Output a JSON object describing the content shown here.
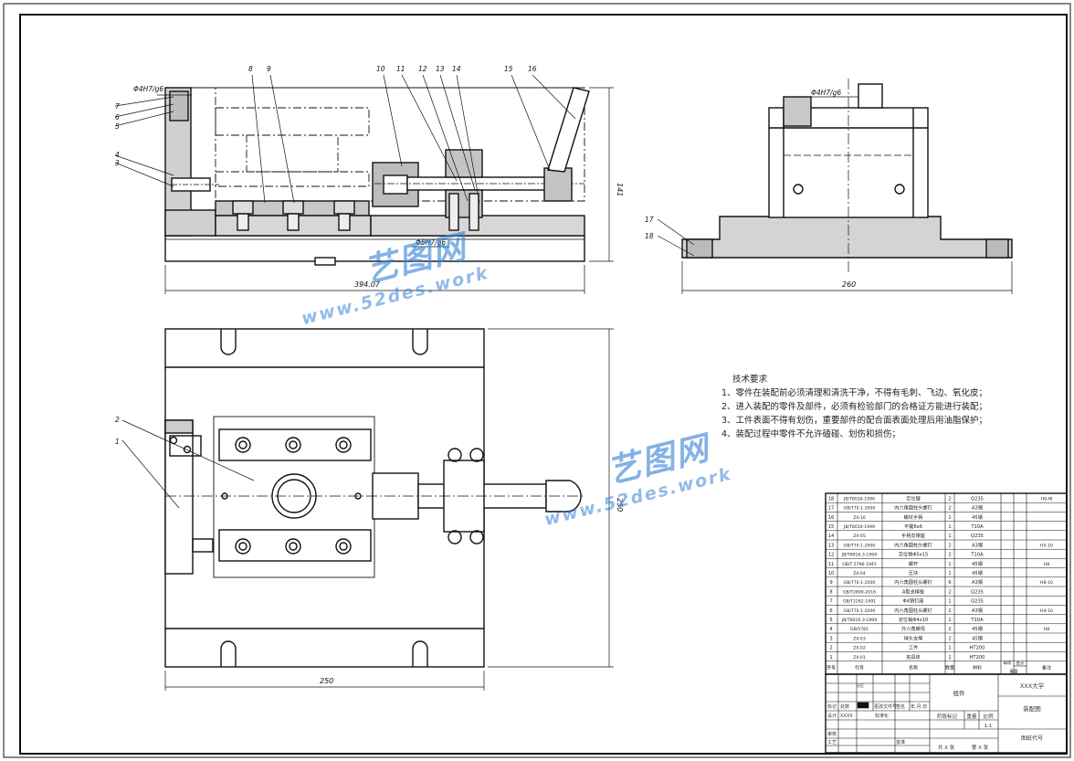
{
  "balloons_front": [
    "8",
    "9",
    "10",
    "11",
    "12",
    "13",
    "14",
    "15",
    "16"
  ],
  "balloons_left": [
    "7",
    "6",
    "5",
    "4",
    "3"
  ],
  "balloons_side": [
    "17",
    "18"
  ],
  "balloons_top": [
    "2",
    "1"
  ],
  "dims": {
    "fit_front_top": "Φ4H7/g6",
    "fit_front_mid": "Φ5H7/g6",
    "fit_side": "Φ4H7/g6",
    "front_width": "394.07",
    "front_height": "141",
    "side_width": "260",
    "top_width": "250",
    "top_height": "250"
  },
  "tech": {
    "title": "技术要求",
    "items": [
      "1、零件在装配前必须清理和清洗干净，不得有毛刺、飞边、氧化皮；",
      "2、进入装配的零件及部件，必须有检验部门的合格证方能进行装配；",
      "3、工件表面不得有划伤，重要部件的配合面表面处理后用油脂保护；",
      "4、装配过程中零件不允许磕碰、划伤和损伤；"
    ]
  },
  "bom": {
    "rows": [
      {
        "no": "18",
        "code": "JB/T8016-1999",
        "name": "定位键",
        "qty": "2",
        "mat": "Q235",
        "note": "H9-f8"
      },
      {
        "no": "17",
        "code": "GB/T70.1-2000",
        "name": "内六角圆柱头螺钉",
        "qty": "2",
        "mat": "A3钢",
        "note": ""
      },
      {
        "no": "16",
        "code": "ZX-16",
        "name": "螺纹手柄",
        "qty": "1",
        "mat": "45钢",
        "note": ""
      },
      {
        "no": "15",
        "code": "JB/T8016-1999",
        "name": "平键8x6",
        "qty": "1",
        "mat": "T10A",
        "note": ""
      },
      {
        "no": "14",
        "code": "ZX-05",
        "name": "手柄支撑座",
        "qty": "1",
        "mat": "Q235",
        "note": ""
      },
      {
        "no": "13",
        "code": "GB/T70.1-2000",
        "name": "内六角圆柱头螺钉",
        "qty": "2",
        "mat": "A3钢",
        "note": "H5-10"
      },
      {
        "no": "12",
        "code": "JB/T8016.3-1999",
        "name": "定位销Φ5x15",
        "qty": "2",
        "mat": "T10A",
        "note": ""
      },
      {
        "no": "11",
        "code": "GB/T 5796-1945",
        "name": "螺杆",
        "qty": "1",
        "mat": "45钢",
        "note": "H8"
      },
      {
        "no": "10",
        "code": "ZX-04",
        "name": "压块",
        "qty": "1",
        "mat": "45钢",
        "note": ""
      },
      {
        "no": "9",
        "code": "GB/T70.1-2000",
        "name": "内六角圆柱头螺钉",
        "qty": "6",
        "mat": "A3钢",
        "note": "H8-10"
      },
      {
        "no": "8",
        "code": "GB/T2809-2016",
        "name": "A型支撑板",
        "qty": "2",
        "mat": "Q235",
        "note": ""
      },
      {
        "no": "7",
        "code": "GB/T2262-1991",
        "name": "Φ4销钉座",
        "qty": "1",
        "mat": "Q235",
        "note": ""
      },
      {
        "no": "6",
        "code": "GB/T70.1-2000",
        "name": "内六角圆柱头螺钉",
        "qty": "2",
        "mat": "A3钢",
        "note": "H4-10"
      },
      {
        "no": "5",
        "code": "JB/T8016.3-1999",
        "name": "定位销Φ4x10",
        "qty": "1",
        "mat": "T10A",
        "note": ""
      },
      {
        "no": "4",
        "code": "GB/5781",
        "name": "外六角螺母",
        "qty": "2",
        "mat": "45钢",
        "note": "H8"
      },
      {
        "no": "3",
        "code": "ZX-03",
        "name": "球头支撑",
        "qty": "2",
        "mat": "45钢",
        "note": ""
      },
      {
        "no": "2",
        "code": "ZX-02",
        "name": "工件",
        "qty": "1",
        "mat": "HT200",
        "note": ""
      },
      {
        "no": "1",
        "code": "ZX-01",
        "name": "夹具体",
        "qty": "1",
        "mat": "HT200",
        "note": ""
      }
    ],
    "headers": {
      "no": "序号",
      "code": "代号",
      "name": "名称",
      "qty": "数量",
      "mat": "材料",
      "unit_w": "单件",
      "total_w": "总计",
      "weight": "重量",
      "note": "备注"
    }
  },
  "titleblock": {
    "assembly": "组件",
    "school": "XXX大学",
    "drawing": "装配图",
    "drawing_no": "图纸代号",
    "scale": "1:1",
    "stage": "阶段标记",
    "weight": "重量",
    "ratio": "比例",
    "mark": "标记",
    "count": "处数",
    "zone": "分区",
    "change_doc": "更改文件号",
    "sign": "签名",
    "date": "年.月.日",
    "design": "设计",
    "designer": "XXXX",
    "standard": "标准化",
    "review": "审核",
    "process": "工艺",
    "approve": "批准",
    "sheets_total": "共 X 张",
    "sheet_no": "第 X 张"
  },
  "watermark": {
    "brand": "艺图网",
    "url": "www.52des.work"
  }
}
